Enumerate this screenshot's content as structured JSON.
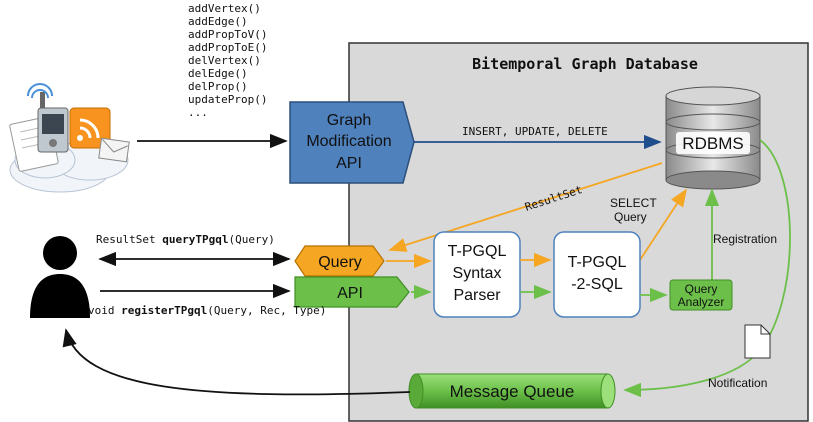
{
  "title": "Bitemporal Graph Database",
  "api_methods": [
    "addVertex()",
    "addEdge()",
    "addPropToV()",
    "addPropToE()",
    "delVertex()",
    "delEdge()",
    "delProp()",
    "updateProp()",
    "..."
  ],
  "graph_api": {
    "line1": "Graph",
    "line2": "Modification",
    "line3": "API"
  },
  "insert_label": "INSERT, UPDATE, DELETE",
  "rdbms": "RDBMS",
  "resultset_label": "ResultSet",
  "select_query": {
    "line1": "SELECT",
    "line2": "Query"
  },
  "registration": "Registration",
  "notification": "Notification",
  "query_label": "Query",
  "api_label": "API",
  "parser": {
    "line1": "T-PGQL",
    "line2": "Syntax",
    "line3": "Parser"
  },
  "tosql": {
    "line1": "T-PGQL",
    "line2": "-2-SQL"
  },
  "analyzer": {
    "line1": "Query",
    "line2": "Analyzer"
  },
  "message_queue": "Message Queue",
  "client_sig1": {
    "pre": "ResultSet ",
    "name": "queryTPgql",
    "post": "(Query)"
  },
  "client_sig2": {
    "pre": "void ",
    "name": "registerTPgql",
    "post": "(Query, Rec, Type)"
  },
  "colors": {
    "panel": "#d9d9d9",
    "blue": "#4f81bd",
    "orange": "#f5a623",
    "green": "#6cc04a",
    "dark": "#111111"
  }
}
